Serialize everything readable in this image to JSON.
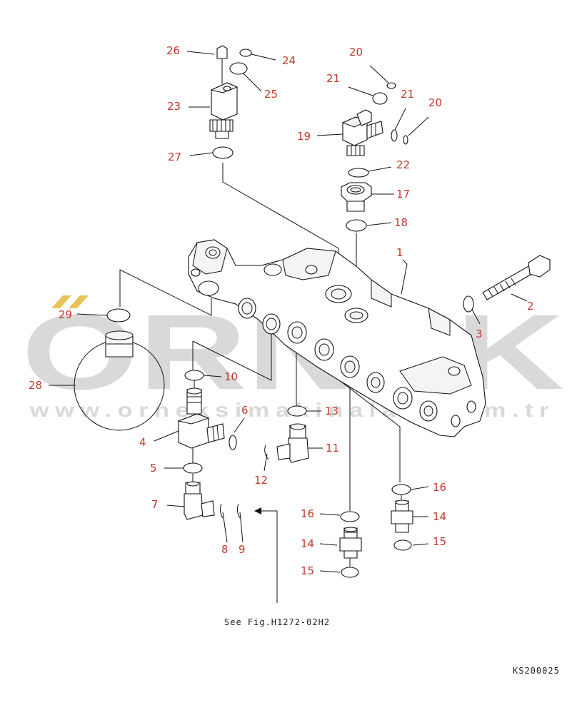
{
  "watermark": {
    "brand": "ORNEK",
    "url": "www.orneksimakinalari.com.tr",
    "accent_color": "#e8c35a"
  },
  "callouts": {
    "c1": "1",
    "c2": "2",
    "c3": "3",
    "c4": "4",
    "c5": "5",
    "c6": "6",
    "c7": "7",
    "c8": "8",
    "c9": "9",
    "c10": "10",
    "c11": "11",
    "c12": "12",
    "c13": "13",
    "c14a": "14",
    "c14b": "14",
    "c15a": "15",
    "c15b": "15",
    "c16a": "16",
    "c16b": "16",
    "c17": "17",
    "c18": "18",
    "c19": "19",
    "c20a": "20",
    "c20b": "20",
    "c21a": "21",
    "c21b": "21",
    "c22": "22",
    "c23": "23",
    "c24": "24",
    "c25": "25",
    "c26": "26",
    "c27": "27",
    "c28": "28",
    "c29": "29"
  },
  "reference_note": "See Fig.H1272-02H2",
  "drawing_code": "KS200025",
  "colors": {
    "callout": "#c0392b",
    "line": "#111111",
    "watermark": "#d9d9d9"
  }
}
